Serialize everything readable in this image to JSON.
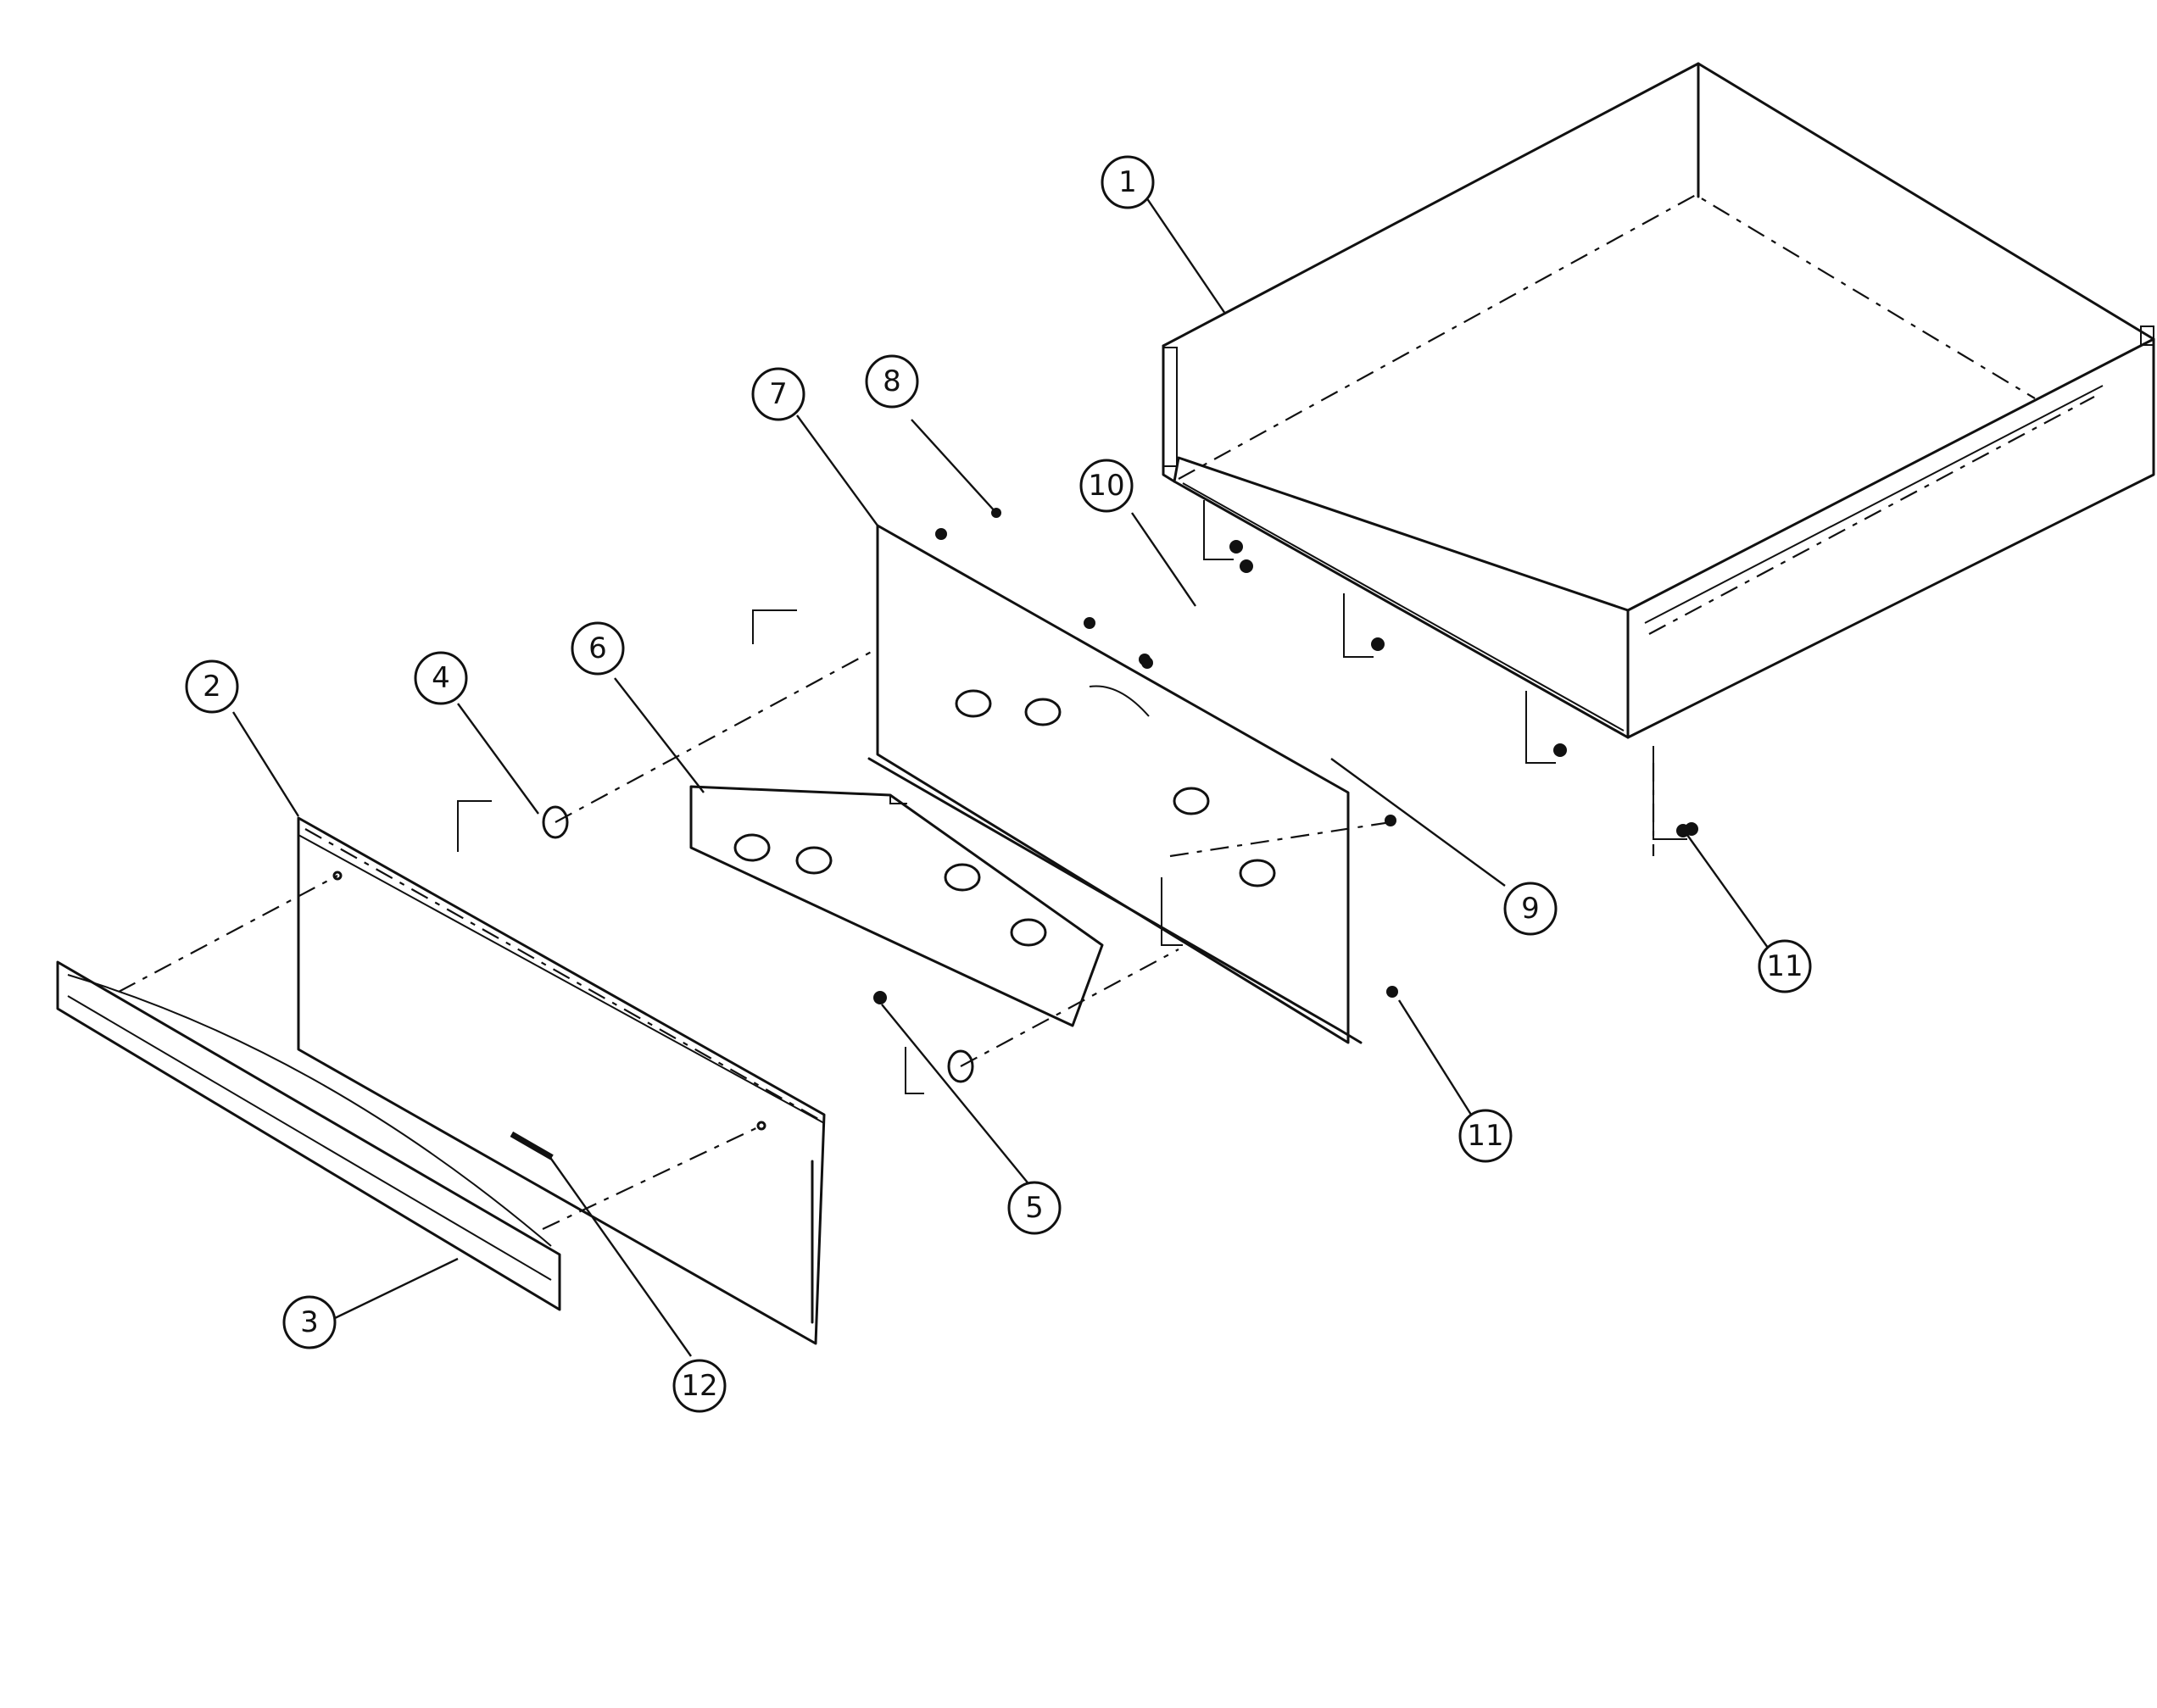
{
  "callouts": [
    {
      "id": "1",
      "label": "1"
    },
    {
      "id": "2",
      "label": "2"
    },
    {
      "id": "3",
      "label": "3"
    },
    {
      "id": "4",
      "label": "4"
    },
    {
      "id": "5",
      "label": "5"
    },
    {
      "id": "6",
      "label": "6"
    },
    {
      "id": "7",
      "label": "7"
    },
    {
      "id": "8",
      "label": "8"
    },
    {
      "id": "9",
      "label": "9"
    },
    {
      "id": "10",
      "label": "10"
    },
    {
      "id": "11a",
      "label": "11"
    },
    {
      "id": "11b",
      "label": "11"
    },
    {
      "id": "12",
      "label": "12"
    }
  ]
}
